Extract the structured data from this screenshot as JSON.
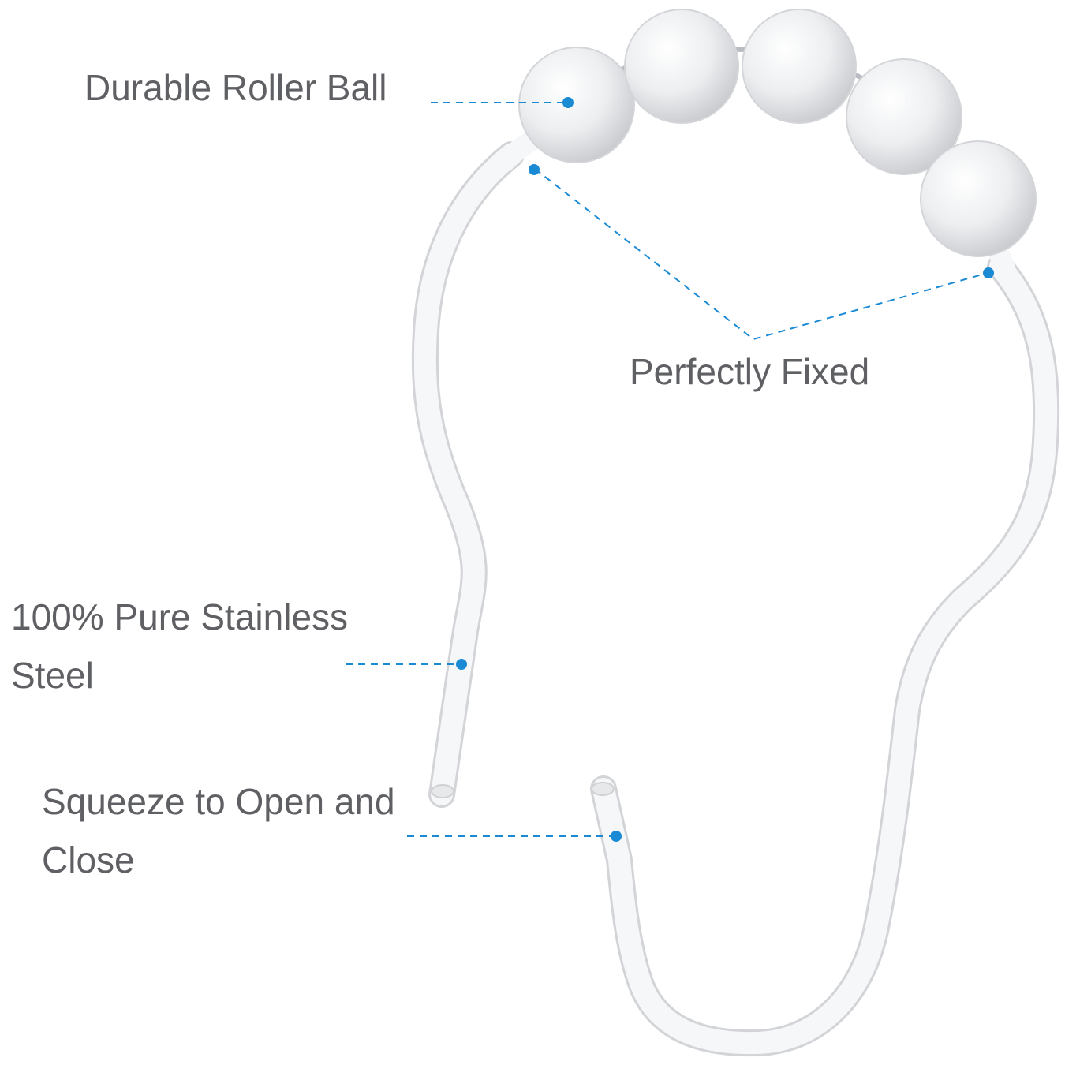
{
  "colors": {
    "background": "#ffffff",
    "label_text": "#5f6063",
    "callout_accent": "#1a8ad4",
    "hook_body": "#f4f5f6",
    "hook_outline": "#d2d4d7",
    "bead_fill": "#eeeff1",
    "bead_shadow": "#c9cbcf"
  },
  "callouts": {
    "roller_ball": {
      "label": "Durable Roller Ball"
    },
    "perfectly_fixed": {
      "label": "Perfectly Fixed"
    },
    "stainless_steel": {
      "line1": "100% Pure Stainless",
      "line2": "Steel"
    },
    "squeeze_open": {
      "line1": "Squeeze to Open and",
      "line2": "Close"
    }
  },
  "product": {
    "name_icon": "shower-curtain-hook-icon",
    "bead_count": 5
  }
}
